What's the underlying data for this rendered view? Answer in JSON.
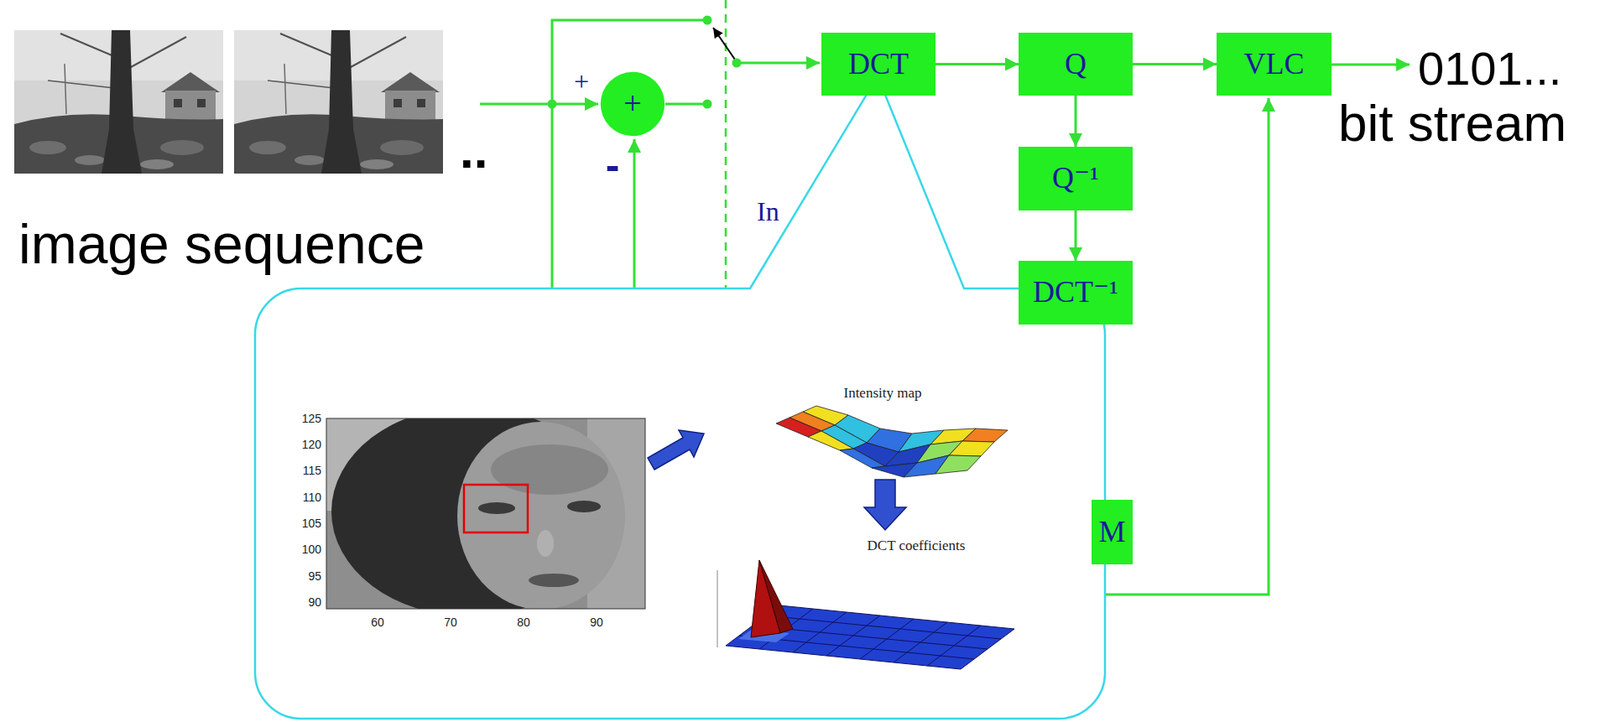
{
  "diagram": {
    "nodes": [
      {
        "text": [
          "+"
        ]
      },
      {
        "text": [
          "DCT"
        ]
      },
      {
        "text": [
          "Q"
        ]
      },
      {
        "text": [
          "VLC"
        ]
      },
      {
        "text": [
          "Q⁻¹"
        ]
      },
      {
        "text": [
          "DCT⁻¹"
        ]
      },
      {
        "text": [
          "M"
        ]
      }
    ],
    "edges": [
      {
        "from": 1,
        "to": 2,
        "arrow": "to"
      },
      {
        "from": 2,
        "to": 3,
        "arrow": "to"
      },
      {
        "from": 2,
        "to": 4,
        "arrow": "to"
      },
      {
        "from": 4,
        "to": 5,
        "arrow": "to"
      }
    ],
    "labels": [
      "image sequence",
      "..",
      "0101...",
      "bit stream",
      "+",
      "-",
      "In",
      "Intensity map",
      "DCT coefficients",
      "125",
      "120",
      "115",
      "110",
      "105",
      "100",
      "95",
      "90",
      "60",
      "70",
      "80",
      "90"
    ]
  }
}
